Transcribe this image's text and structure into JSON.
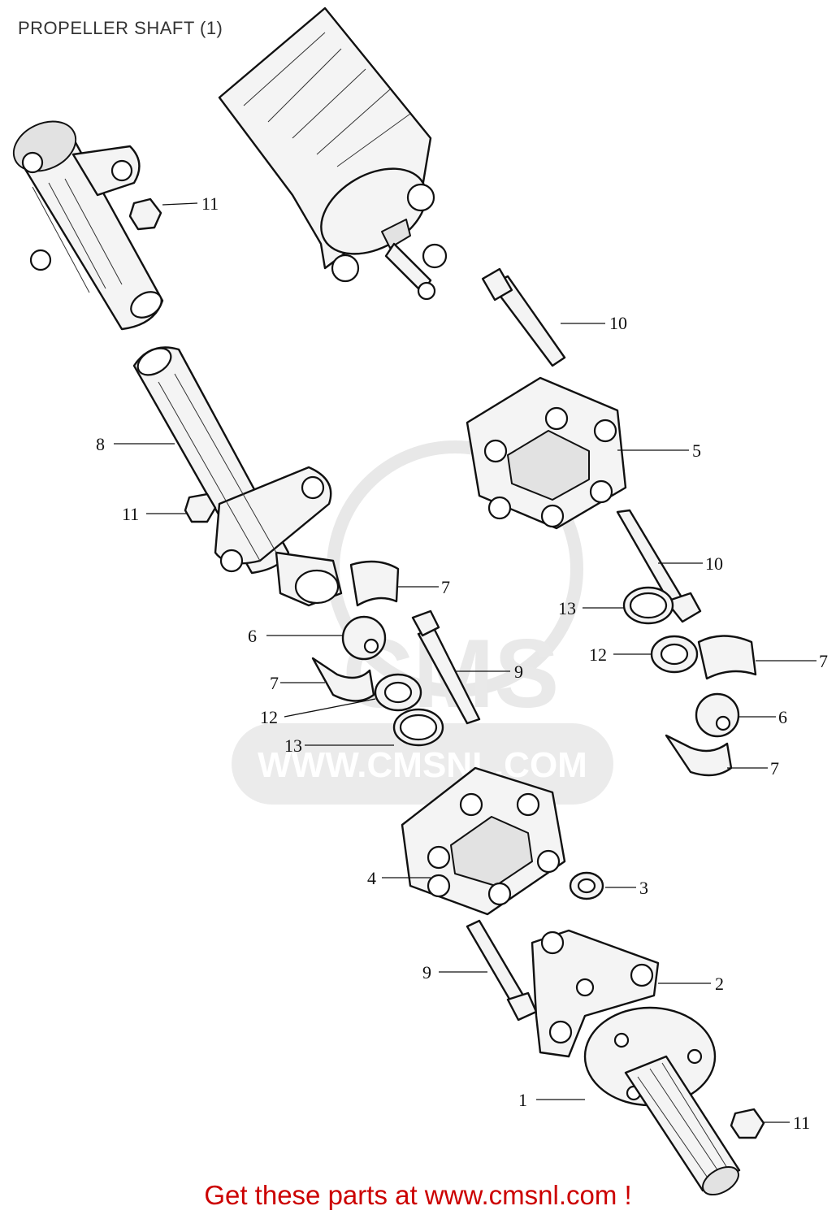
{
  "title": "PROPELLER SHAFT (1)",
  "footer": {
    "text": "Get these parts at www.cmsnl.com !",
    "color": "#cc0000"
  },
  "watermark": {
    "logo_letters": "CMS",
    "url": "WWW.CMSNL.COM"
  },
  "callouts": [
    "11",
    "10",
    "8",
    "5",
    "11",
    "7",
    "10",
    "13",
    "6",
    "9",
    "12",
    "7",
    "7",
    "12",
    "6",
    "13",
    "7",
    "4",
    "3",
    "9",
    "2",
    "1",
    "11"
  ]
}
